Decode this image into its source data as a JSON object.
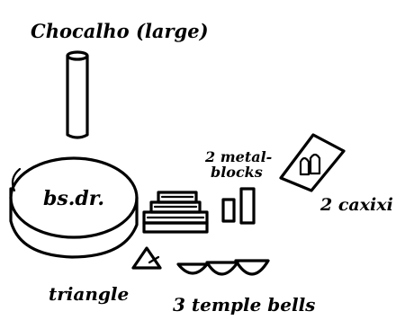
{
  "diagram": {
    "labels": {
      "chocalho": "Chocalho (large)",
      "bass_drum": "bs.dr.",
      "metal_blocks_line1": "2 metal-",
      "metal_blocks_line2": "blocks",
      "caxixi": "2 caxixi",
      "triangle": "triangle",
      "temple_bells": "3 temple bells"
    }
  }
}
